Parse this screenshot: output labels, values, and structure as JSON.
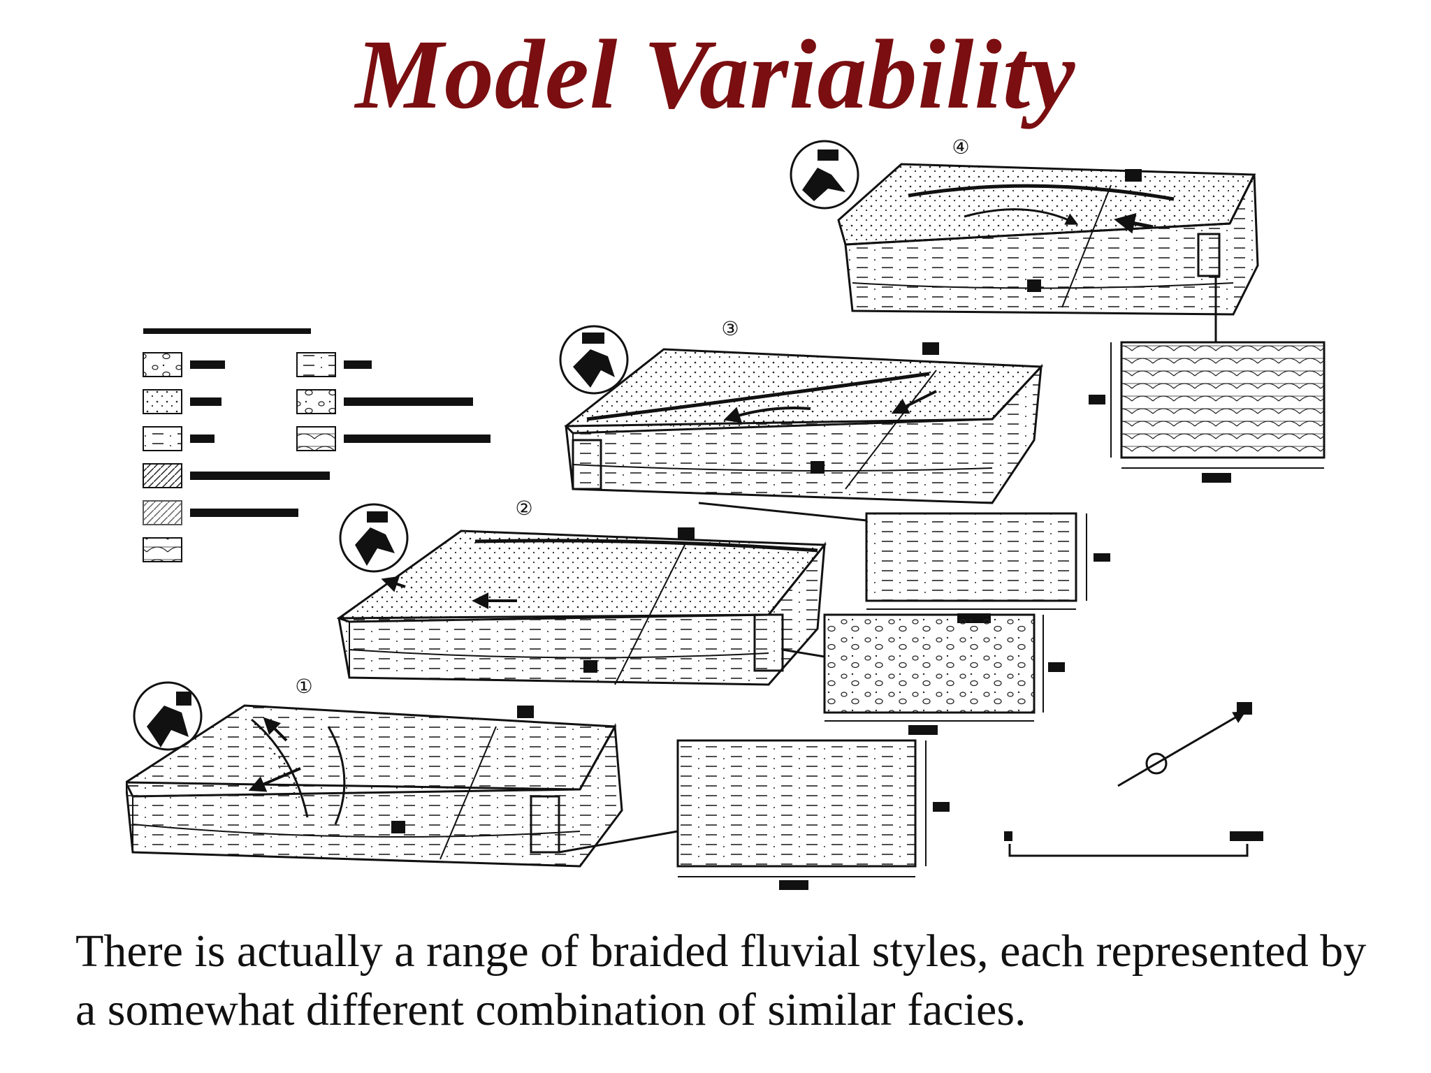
{
  "title": "Model Variability",
  "caption": "There is actually a range of braided fluvial styles, each represented by a somewhat different combination of similar facies.",
  "models": [
    {
      "number": "①"
    },
    {
      "number": "②"
    },
    {
      "number": "③"
    },
    {
      "number": "④"
    }
  ],
  "colors": {
    "title": "#7a0e10",
    "ink": "#111111",
    "background": "#ffffff"
  }
}
